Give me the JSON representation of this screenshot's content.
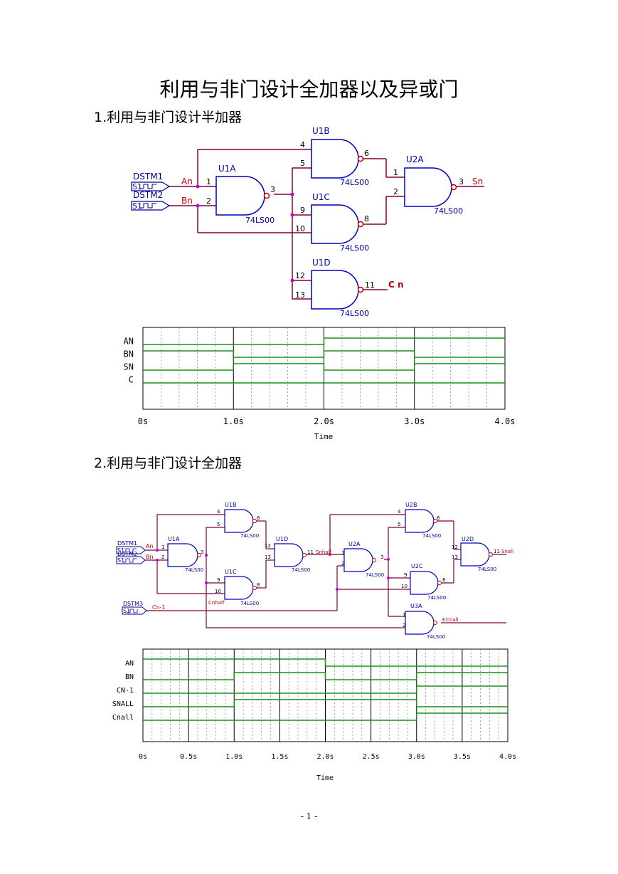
{
  "title": "利用与非门设计全加器以及异或门",
  "section1": {
    "heading": "1.利用与非门设计半加器",
    "schematic": {
      "gates": [
        {
          "ref": "U1A",
          "part": "74LS00",
          "in": [
            "1",
            "2"
          ],
          "out": "3"
        },
        {
          "ref": "U1B",
          "part": "74LS00",
          "in": [
            "4",
            "5"
          ],
          "out": "6"
        },
        {
          "ref": "U1C",
          "part": "74LS00",
          "in": [
            "9",
            "10"
          ],
          "out": "8"
        },
        {
          "ref": "U1D",
          "part": "74LS00",
          "in": [
            "12",
            "13"
          ],
          "out": "11"
        },
        {
          "ref": "U2A",
          "part": "74LS00",
          "in": [
            "1",
            "2"
          ],
          "out": "3"
        }
      ],
      "sources": [
        {
          "name": "DSTM1",
          "pin": "S1",
          "net": "An"
        },
        {
          "name": "DSTM2",
          "pin": "S1",
          "net": "Bn"
        }
      ],
      "outputs": [
        "Sn",
        "C n"
      ]
    },
    "waveform": {
      "signals": [
        "AN",
        "BN",
        "SN",
        "C"
      ],
      "xticks": [
        "0s",
        "1.0s",
        "2.0s",
        "3.0s",
        "4.0s"
      ],
      "xlabel": "Time"
    }
  },
  "section2": {
    "heading": "2.利用与非门设计全加器",
    "schematic": {
      "gates": [
        {
          "ref": "U1A",
          "part": "74LS00",
          "in": [
            "1",
            "2"
          ],
          "out": "3"
        },
        {
          "ref": "U1B",
          "part": "74LS00",
          "in": [
            "4",
            "5"
          ],
          "out": "6"
        },
        {
          "ref": "U1C",
          "part": "74LS00",
          "in": [
            "9",
            "10"
          ],
          "out": "8"
        },
        {
          "ref": "U1D",
          "part": "74LS00",
          "in": [
            "12",
            "13"
          ],
          "out": "11"
        },
        {
          "ref": "U2A",
          "part": "74LS00",
          "in": [
            "1",
            "2"
          ],
          "out": "3"
        },
        {
          "ref": "U2B",
          "part": "74LS00",
          "in": [
            "4",
            "5"
          ],
          "out": "6"
        },
        {
          "ref": "U2C",
          "part": "74LS00",
          "in": [
            "9",
            "10"
          ],
          "out": "8"
        },
        {
          "ref": "U2D",
          "part": "74LS00",
          "in": [
            "12",
            "13"
          ],
          "out": "11"
        },
        {
          "ref": "U3A",
          "part": "74LS00",
          "in": [
            "1",
            "2"
          ],
          "out": "3"
        }
      ],
      "sources": [
        {
          "name": "DSTM1",
          "pin": "S1",
          "net": "An"
        },
        {
          "name": "DSTM2",
          "pin": "S1",
          "net": "Bn"
        },
        {
          "name": "DSTM3",
          "pin": "S1",
          "net": "Cn-1"
        }
      ],
      "nets": [
        "Snhalf",
        "Cnhalf",
        "Snall",
        "Cnall"
      ]
    },
    "waveform": {
      "signals": [
        "AN",
        "BN",
        "CN-1",
        "SNALL",
        "Cnall"
      ],
      "xticks": [
        "0s",
        "0.5s",
        "1.0s",
        "1.5s",
        "2.0s",
        "2.5s",
        "3.0s",
        "3.5s",
        "4.0s"
      ],
      "xlabel": "Time"
    }
  },
  "chart_data": [
    {
      "type": "line",
      "title": "",
      "xlabel": "Time",
      "ylabel": "",
      "xlim": [
        0,
        4
      ],
      "x": [
        0,
        1,
        2,
        3,
        4
      ],
      "series": [
        {
          "name": "AN",
          "values": [
            0,
            0,
            1,
            1
          ]
        },
        {
          "name": "BN",
          "values": [
            1,
            0,
            1,
            0
          ]
        },
        {
          "name": "SN",
          "values": [
            0,
            1,
            0,
            1
          ]
        },
        {
          "name": "C",
          "values": [
            0,
            0,
            0,
            0
          ]
        }
      ]
    },
    {
      "type": "line",
      "title": "",
      "xlabel": "Time",
      "ylabel": "",
      "xlim": [
        0,
        4
      ],
      "x": [
        0,
        1,
        2,
        3,
        4
      ],
      "series": [
        {
          "name": "AN",
          "values": [
            1,
            1,
            0,
            0
          ]
        },
        {
          "name": "BN",
          "values": [
            0,
            1,
            0,
            1
          ]
        },
        {
          "name": "CN-1",
          "values": [
            0,
            0,
            0,
            1
          ]
        },
        {
          "name": "SNALL",
          "values": [
            0,
            1,
            1,
            0
          ]
        },
        {
          "name": "Cnall",
          "values": [
            0,
            0,
            0,
            1
          ]
        }
      ]
    }
  ]
}
